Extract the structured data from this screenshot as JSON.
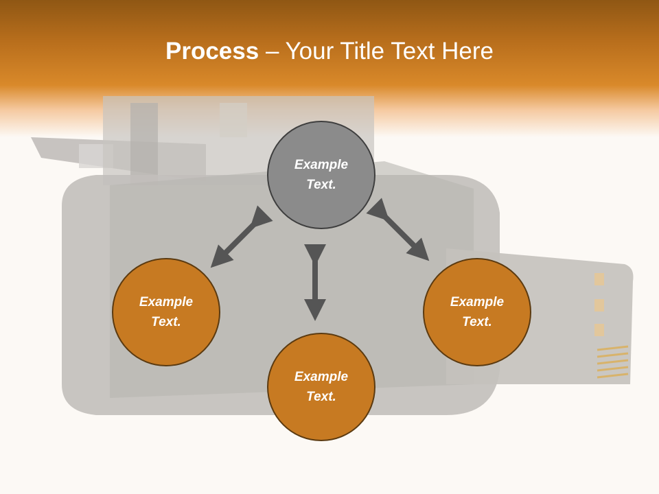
{
  "title": {
    "bold": "Process",
    "rest": " – Your Title Text Here"
  },
  "nodes": [
    {
      "line1": "Example",
      "line2": "Text."
    },
    {
      "line1": "Example",
      "line2": "Text."
    },
    {
      "line1": "Example",
      "line2": "Text."
    },
    {
      "line1": "Example",
      "line2": "Text."
    }
  ],
  "colors": {
    "header": "#c97b22",
    "node_orange": "#c77a22",
    "node_gray": "#8b8b8b",
    "arrow": "#555555",
    "background": "#fcf9f5"
  },
  "icons": [
    "double-arrow-icon"
  ]
}
